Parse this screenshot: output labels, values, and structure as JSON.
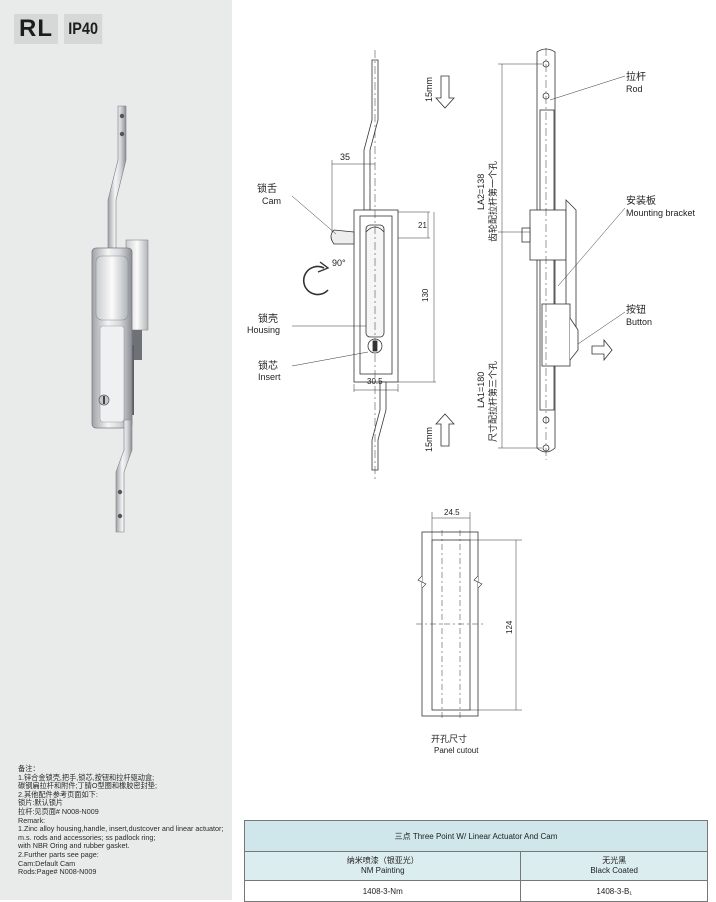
{
  "badges": {
    "series": "RL",
    "protection": "IP40"
  },
  "labels": {
    "rod_cn": "拉杆",
    "rod_en": "Rod",
    "cam_cn": "锁舌",
    "cam_en": "Cam",
    "housing_cn": "锁壳",
    "housing_en": "Housing",
    "insert_cn": "锁芯",
    "insert_en": "Insert",
    "bracket_cn": "安装板",
    "bracket_en": "Mounting bracket",
    "button_cn": "按钮",
    "button_en": "Button",
    "cutout_cn": "开孔尺寸",
    "cutout_en": "Panel cutout"
  },
  "dimensions": {
    "stroke_top": "15mm",
    "stroke_bottom": "15mm",
    "cam_offset": "35",
    "cam_height": "21",
    "rotation": "90°",
    "body_length": "130",
    "body_width": "30.5",
    "la2": "LA2=138",
    "la2_cn": "齿轮配拉杆第一个孔",
    "la1": "LA1=180",
    "la1_cn": "尺寸配拉杆第三个孔",
    "cutout_width": "24.5",
    "cutout_height": "124"
  },
  "remarks": [
    "备注：",
    "1.锌合金锁壳,把手,锁芯,按钮和拉杆驱动盒;",
    "碳钢扁拉杆和附件;丁腈O型圈和橡胶密封垫;",
    "2.其他配件参考页面如下:",
    "锁片:默认锁片",
    "拉杆:见页面# N008-N009",
    "Remark:",
    "1.Zinc alloy housing,handle, insert,dustcover and linear actuator;",
    "m.s. rods and accessories; ss padlock ring;",
    "with NBR Oring and rubber gasket.",
    "2.Further parts see page:",
    "Cam:Default Cam",
    "Rods:Page# N008-N009"
  ],
  "table": {
    "title": "三点 Three Point W/ Linear Actuator And Cam",
    "columns": [
      {
        "cn": "纳米喷漆（银亚光）",
        "en": "NM Painting",
        "code": "1408-3-Nm"
      },
      {
        "cn": "无光黑",
        "en": "Black Coated",
        "code": "1408-3-B₁"
      }
    ]
  },
  "colors": {
    "left_panel": "#e9eaea",
    "table_header": "#cfe6ea"
  }
}
